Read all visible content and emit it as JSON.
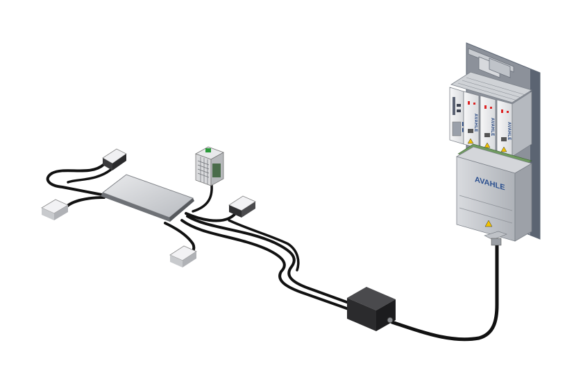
{
  "labels": {
    "cabinet_brand": "AVAHLE",
    "module_brand": "AVAHLE"
  },
  "colors": {
    "cable": "#111111",
    "box_dark": "#2b2b2d",
    "box_light": "#e6e6e8",
    "metal": "#cfd2d6",
    "rail": "#5b6472",
    "brand": "#2a4f8f",
    "warning": "#f2c200"
  },
  "components": [
    {
      "name": "charging-pad",
      "kind": "primary-coil-plate"
    },
    {
      "name": "connector-box",
      "kind": "junction-box"
    },
    {
      "name": "power-supply-unit",
      "kind": "din-rail-psu"
    },
    {
      "name": "control-cabinet",
      "kind": "inverter-rack",
      "modules": 4
    },
    {
      "name": "pickup-coil",
      "count": 4
    }
  ]
}
